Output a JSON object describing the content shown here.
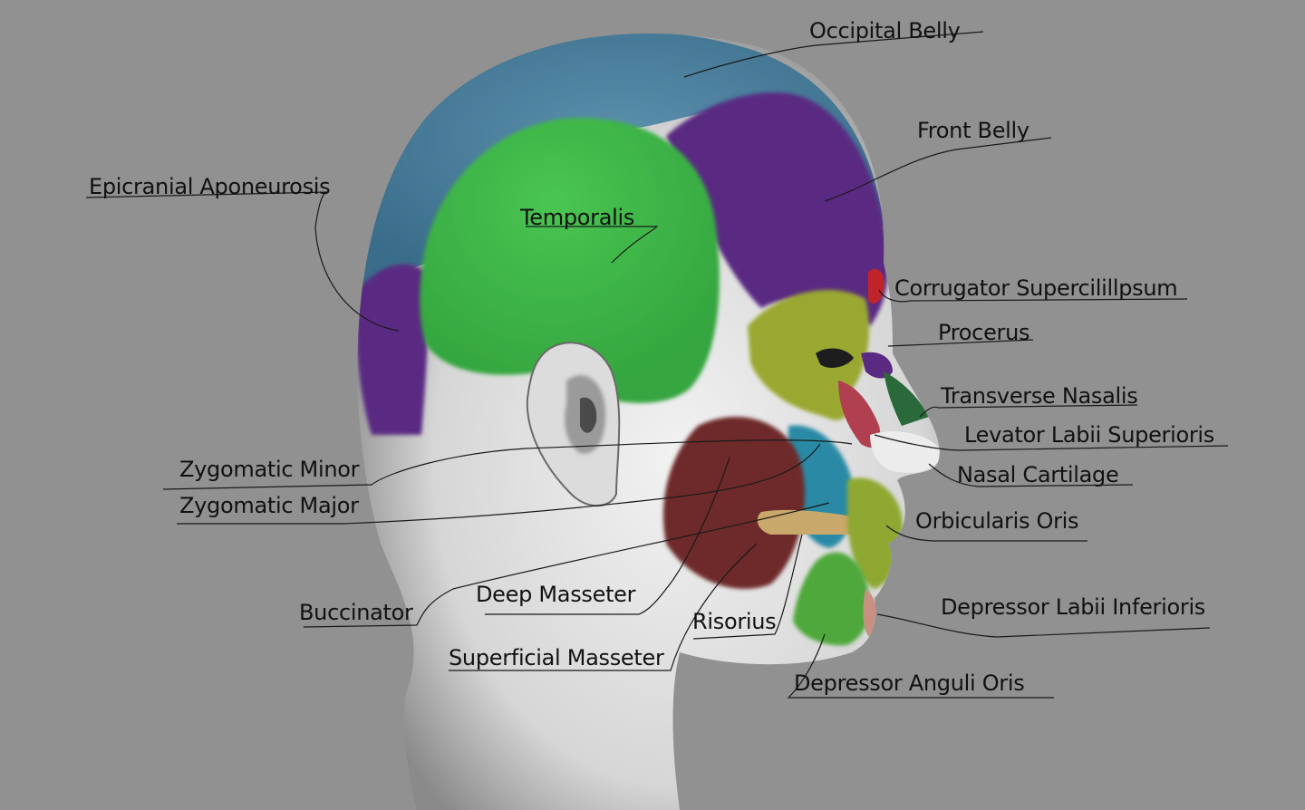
{
  "diagram": {
    "colors": {
      "background": "#919191",
      "skin": "#e4e4e4",
      "epicranial_aponeurosis": "#4c7f9f",
      "temporalis": "#3fb84a",
      "frontal_muscles": "#5a2a82",
      "orbicularis": "#9aa832",
      "masseter": "#6e2a2a",
      "zygomatic": "#2b8aa6",
      "buccinator": "#c9a86b"
    },
    "labels": {
      "occipital_belly": "Occipital Belly",
      "front_belly": "Front Belly",
      "epicranial_aponeurosis": "Epicranial Aponeurosis",
      "temporalis": "Temporalis",
      "corrugator": "Corrugator Supercilillpsum",
      "procerus": "Procerus",
      "transverse_nasalis": "Transverse Nasalis",
      "levator_labii": "Levator Labii Superioris",
      "nasal_cartilage": "Nasal Cartilage",
      "zygomatic_minor": "Zygomatic Minor",
      "zygomatic_major": "Zygomatic Major",
      "orbicularis_oris": "Orbicularis Oris",
      "buccinator": "Buccinator",
      "deep_masseter": "Deep Masseter",
      "risorius": "Risorius",
      "depressor_labii": "Depressor Labii Inferioris",
      "superficial_masseter": "Superficial Masseter",
      "depressor_anguli": "Depressor Anguli Oris"
    }
  }
}
